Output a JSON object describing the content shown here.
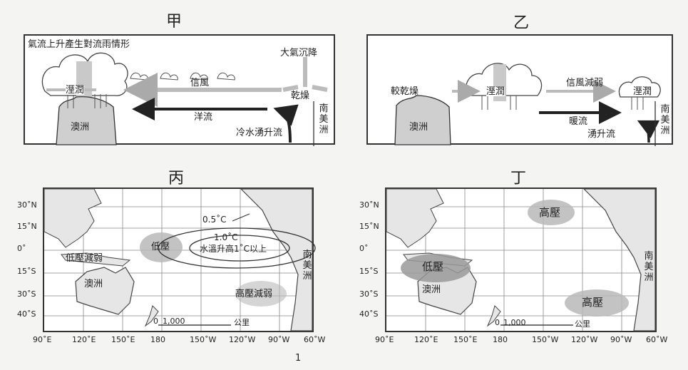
{
  "titles": {
    "jia": "甲",
    "yi": "乙",
    "bing": "丙",
    "ding": "丁"
  },
  "jia": {
    "convection": "氣流上升產生對流雨情形",
    "sinking": "大氣沉降",
    "wet": "溼潤",
    "trade_wind": "信風",
    "dry": "乾燥",
    "australia": "澳洲",
    "current": "洋流",
    "upwelling": "冷水湧升流",
    "south_america": "南美洲"
  },
  "yi": {
    "drier": "較乾燥",
    "wet": "溼潤",
    "trade_weak": "信風減弱",
    "wet2": "溼潤",
    "australia": "澳洲",
    "warm": "暖流",
    "upwelling": "湧升流",
    "south_america": "南美洲"
  },
  "bing": {
    "c05": "0.5˚C",
    "c10": "1.0˚C",
    "sst": "水溫升高1˚C以上",
    "low": "低壓",
    "low_weak": "低壓減弱",
    "australia": "澳洲",
    "high_weak": "高壓減弱",
    "south_america": "南美洲",
    "scale0": "0",
    "scale1": "1,000",
    "km": "公里"
  },
  "ding": {
    "high_n": "高壓",
    "low": "低壓",
    "australia": "澳洲",
    "high_s": "高壓",
    "south_america": "南美洲",
    "scale0": "0",
    "scale1": "1,000",
    "km": "公里"
  },
  "lat_labels": [
    "30˚N",
    "15˚N",
    "0˚",
    "15˚S",
    "30˚S",
    "40˚S"
  ],
  "lon_labels": [
    "90˚E",
    "120˚E",
    "150˚E",
    "180",
    "150˚W",
    "120˚W",
    "90˚W",
    "60˚W"
  ],
  "page_number": "1"
}
